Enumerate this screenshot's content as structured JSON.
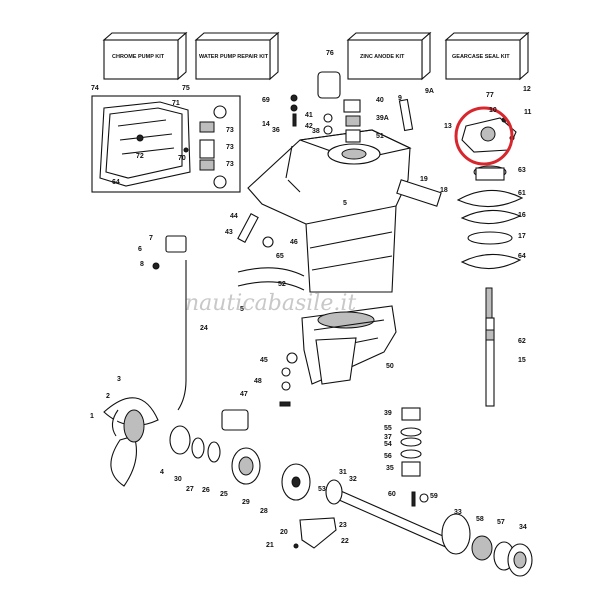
{
  "watermark": "nauticabasile.it",
  "kits": [
    {
      "label": "CHROME PUMP KIT",
      "ref": "74"
    },
    {
      "label": "WATER PUMP REPAIR KIT",
      "ref": "75"
    },
    {
      "label": "ZINC ANODE KIT",
      "ref": "76"
    },
    {
      "label": "GEARCASE SEAL KIT",
      "ref": "77"
    }
  ],
  "highlight_color": "#d8262d",
  "callouts": [
    "1",
    "2",
    "3",
    "4",
    "5",
    "5",
    "6",
    "7",
    "8",
    "9",
    "9A",
    "10",
    "11",
    "12",
    "13",
    "14",
    "15",
    "16",
    "17",
    "18",
    "19",
    "20",
    "21",
    "22",
    "23",
    "24",
    "25",
    "26",
    "27",
    "28",
    "29",
    "30",
    "31",
    "32",
    "33",
    "34",
    "35",
    "36",
    "37",
    "38",
    "39",
    "39A",
    "40",
    "41",
    "42",
    "43",
    "44",
    "45",
    "46",
    "47",
    "48",
    "50",
    "51",
    "52",
    "53",
    "54",
    "55",
    "56",
    "57",
    "58",
    "59",
    "60",
    "61",
    "62",
    "63",
    "64",
    "64",
    "65",
    "69",
    "70",
    "71",
    "72",
    "73",
    "73",
    "73"
  ]
}
